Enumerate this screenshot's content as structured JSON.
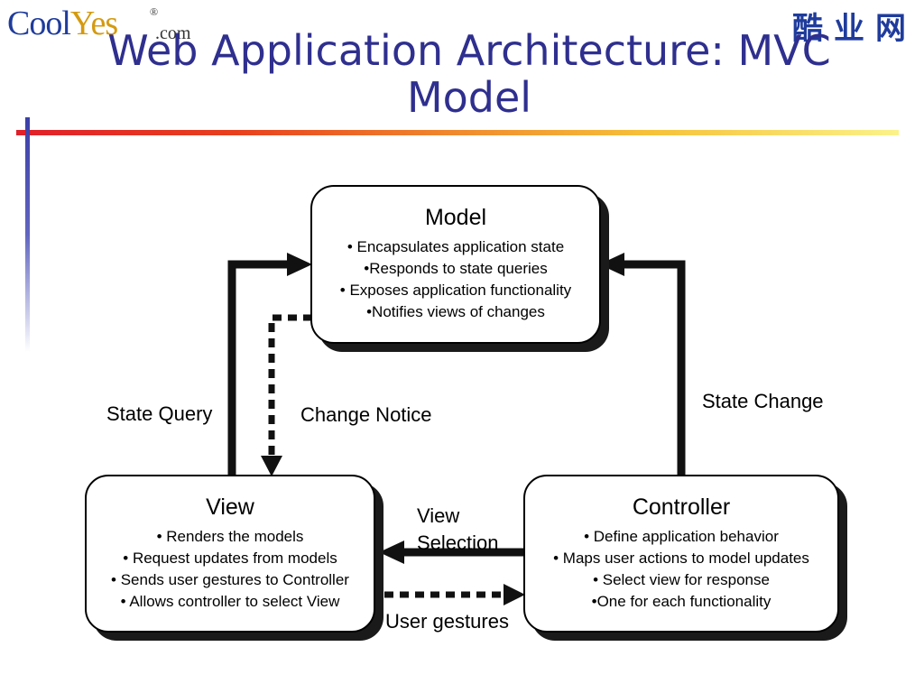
{
  "logo": {
    "part1": "Cool",
    "part2": "Yes",
    "reg": "®",
    "com": ".com",
    "cn": "酷业网"
  },
  "title": {
    "line1": "Web Application Architecture: MVC",
    "line2": "Model"
  },
  "model": {
    "heading": "Model",
    "items": [
      "• Encapsulates application state",
      "•Responds to state queries",
      "• Exposes application functionality",
      "•Notifies views of changes"
    ]
  },
  "view": {
    "heading": "View",
    "items": [
      "• Renders the models",
      "• Request updates from models",
      "• Sends user gestures to Controller",
      "• Allows controller to select View"
    ]
  },
  "controller": {
    "heading": "Controller",
    "items": [
      "• Define application behavior",
      "• Maps user actions to model updates",
      "• Select view for response",
      "•One for each functionality"
    ]
  },
  "labels": {
    "state_query": "State Query",
    "change_notice": "Change Notice",
    "state_change": "State Change",
    "view_selection_1": "View",
    "view_selection_2": "Selection",
    "user_gestures": "User gestures"
  }
}
